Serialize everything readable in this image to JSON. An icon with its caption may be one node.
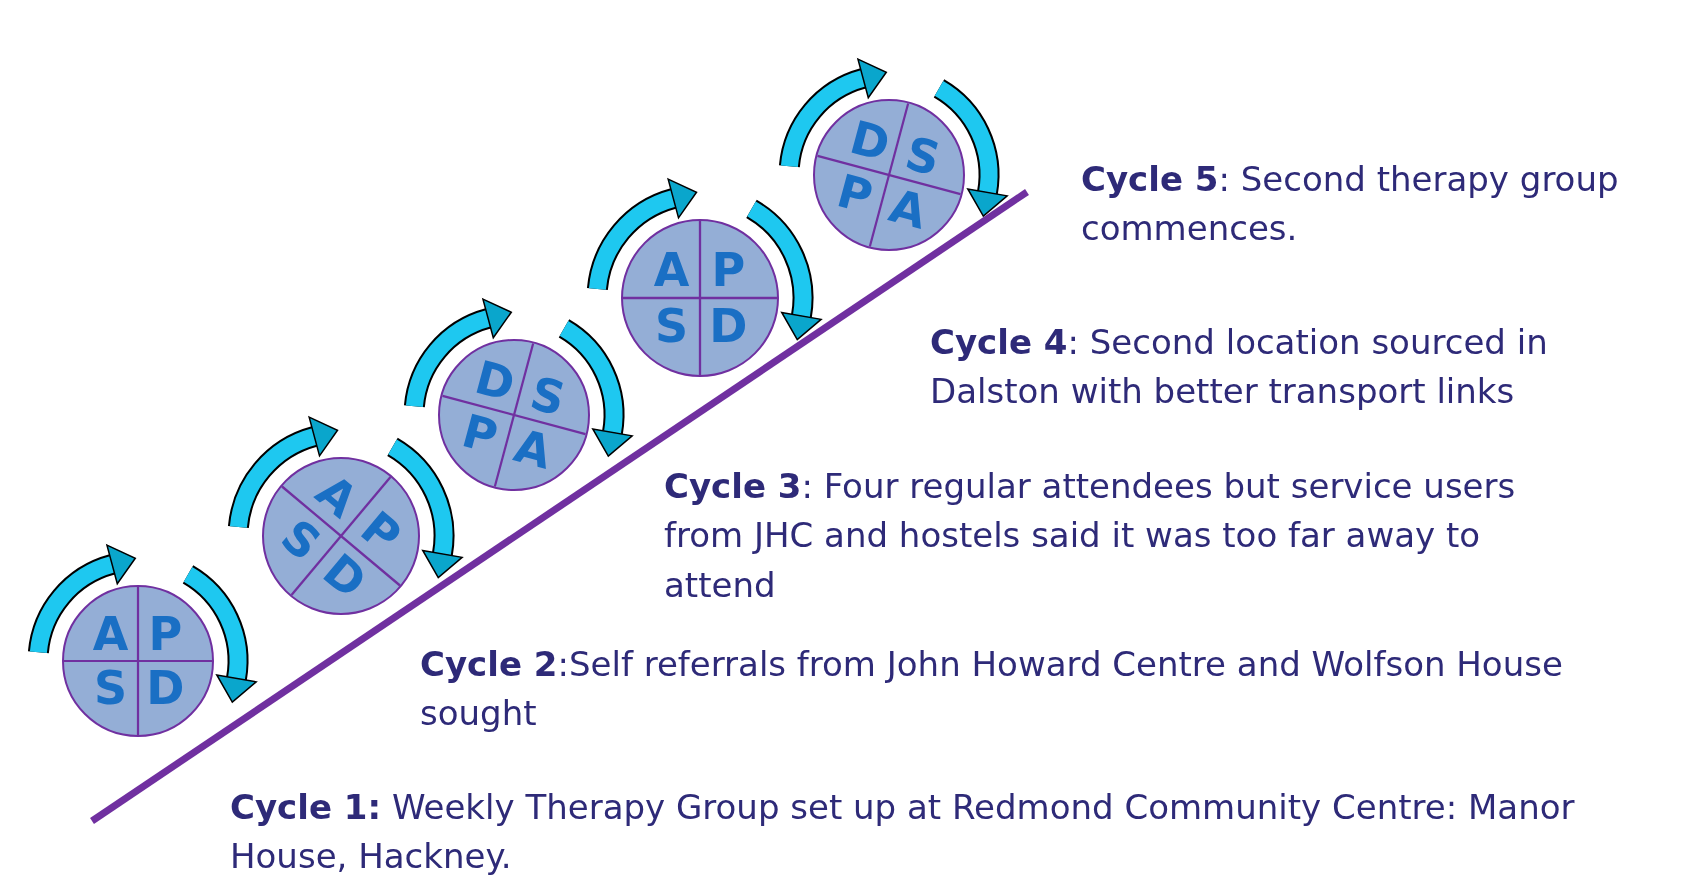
{
  "diagram": {
    "nodes": [
      {
        "text": [
          "A",
          "P",
          "S",
          "D"
        ]
      },
      {
        "text": [
          "A",
          "P",
          "S",
          "D"
        ]
      },
      {
        "text": [
          "D",
          "S",
          "P",
          "A"
        ]
      },
      {
        "text": [
          "A",
          "P",
          "S",
          "D"
        ]
      },
      {
        "text": [
          "D",
          "S",
          "P",
          "A"
        ]
      }
    ],
    "labels": [
      "**Cycle 5**: Second therapy group commences.",
      "**Cycle 4**: Second location sourced in Dalston with better transport links",
      "**Cycle 3**: Four regular attendees but service users from JHC and hostels said it was too far away to attend",
      "**Cycle 2**:Self referrals from John Howard Centre and Wolfson House sought",
      "**Cycle 1:** Weekly Therapy Group set up at Redmond Community Centre: Manor House, Hackney."
    ]
  }
}
